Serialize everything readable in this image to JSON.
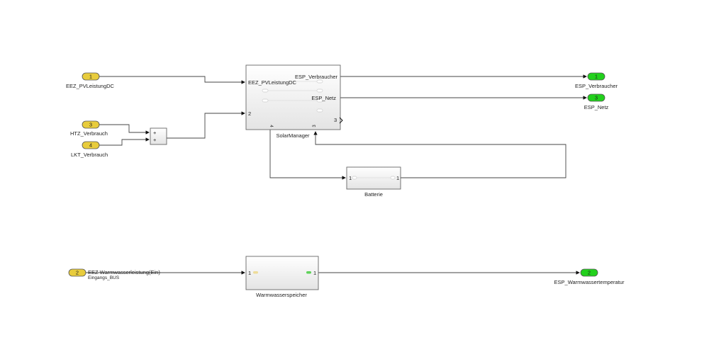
{
  "inports": [
    {
      "number": "1",
      "label": "EEZ_PVLeistungDC"
    },
    {
      "number": "3",
      "label": "HTZ_Verbrauch"
    },
    {
      "number": "4",
      "label": "LKT_Verbrauch"
    },
    {
      "number": "2",
      "signal_label": "EEZ Warmwasserleistung(Ein)",
      "label": "Eingangs_BUS"
    }
  ],
  "outports": [
    {
      "number": "1",
      "label": "ESP_Verbraucher"
    },
    {
      "number": "3",
      "label": "ESP_Netz"
    },
    {
      "number": "2",
      "label": "ESP_Warmwassertemperatur"
    }
  ],
  "sum_block": {
    "signs": [
      "+",
      "+"
    ]
  },
  "solar_manager": {
    "name": "SolarManager",
    "in_port_1": "EEZ_PVLeistungDC",
    "in_port_2": "2",
    "out_port_1": "ESP_Verbraucher",
    "out_port_2": "ESP_Netz",
    "out_port_3": "3",
    "bottom_port_4": "4",
    "bottom_port_3": "3"
  },
  "batterie": {
    "name": "Batterie",
    "in_port": "1",
    "out_port": "1"
  },
  "warmwasserspeicher": {
    "name": "Warmwasserspeicher",
    "in_port": "1",
    "out_port": "1"
  },
  "colors": {
    "inport": "#e8cc3c",
    "outport": "#22d11c"
  }
}
